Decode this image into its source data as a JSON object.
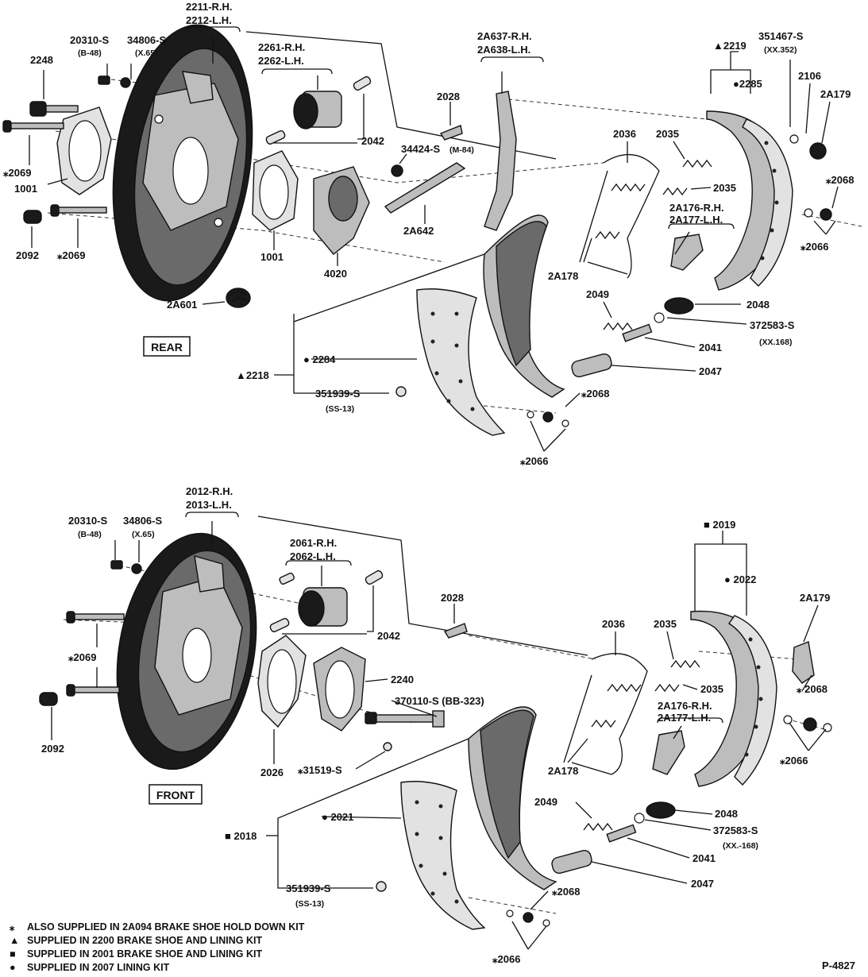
{
  "sections": {
    "rear": "REAR",
    "front": "FRONT"
  },
  "rear_labels": {
    "backing_plate": [
      "2211-R.H.",
      "2212-L.H."
    ],
    "bolt_a": "20310-S",
    "bolt_a_sub": "(B-48)",
    "washer_a": "34806-S",
    "washer_a_sub": "(X.65)",
    "bolt_2248": "2248",
    "star_2069_top": "⁎2069",
    "gasket_1001_left": "1001",
    "nut_2092": "2092",
    "star_2069_bottom": "⁎2069",
    "cylinder": [
      "2261-R.H.",
      "2262-L.H."
    ],
    "plug_2042": "2042",
    "gasket_1001_mid": "1001",
    "housing_4020": "4020",
    "spring_2a601": "2A601",
    "adjuster_2028": "2028",
    "nut_34424": "34424-S",
    "nut_34424_sub": "(M-84)",
    "strut_2a642": "2A642",
    "lever": [
      "2A637-R.H.",
      "2A638-L.H."
    ],
    "kit_2219": "▲2219",
    "lining_2285": "●2285",
    "pin_351467": "351467-S",
    "pin_351467_sub": "(XX.352)",
    "spring_2106": "2106",
    "retainer_2a179": "2A179",
    "spring_2036": "2036",
    "spring_2035_top": "2035",
    "spring_2035_mid": "2035",
    "star_2068_right": "⁎2068",
    "lever_2a176": [
      "2A176-R.H.",
      "2A177-L.H."
    ],
    "star_2066_right": "⁎2066",
    "cable_2a178": "2A178",
    "spring_2049": "2049",
    "boot_2048": "2048",
    "washer_372583": "372583-S",
    "washer_372583_sub": "(XX.168)",
    "screw_2041": "2041",
    "socket_2047": "2047",
    "kit_2218": "▲2218",
    "lining_2284": "● 2284",
    "rivet_351939": "351939-S",
    "rivet_351939_sub": "(SS-13)",
    "star_2068_bottom": "⁎2068",
    "star_2066_bottom": "⁎2066"
  },
  "front_labels": {
    "backing_plate": [
      "2012-R.H.",
      "2013-L.H."
    ],
    "bolt_a": "20310-S",
    "bolt_a_sub": "(B-48)",
    "washer_a": "34806-S",
    "washer_a_sub": "(X.65)",
    "cylinder": [
      "2061-R.H.",
      "2062-L.H."
    ],
    "adjuster_2028": "2028",
    "plug_2042": "2042",
    "star_2069": "⁎2069",
    "nut_2092": "2092",
    "gasket_2026": "2026",
    "seal_2240": "2240",
    "bolt_370110": "370110-S (BB-323)",
    "star_31519": "⁎31519-S",
    "kit_2019": "■ 2019",
    "lining_2022": "● 2022",
    "retainer_2a179": "2A179",
    "spring_2036": "2036",
    "spring_2035_top": "2035",
    "spring_2035_mid": "2035",
    "star_2068_right": "⁎ 2068",
    "lever_2a176": [
      "2A176-R.H.",
      "2A177-L.H."
    ],
    "cable_2a178": "2A178",
    "star_2066_right": "⁎2066",
    "spring_2049": "2049",
    "boot_2048": "2048",
    "washer_372583": "372583-S",
    "washer_372583_sub": "(XX.-168)",
    "screw_2041": "2041",
    "kit_2018": "■ 2018",
    "lining_2021": "● 2021",
    "socket_2047": "2047",
    "rivet_351939": "351939-S",
    "rivet_351939_sub": "(SS-13)",
    "star_2068_bottom": "⁎2068",
    "star_2066_bottom": "⁎2066"
  },
  "legend": [
    {
      "symbol": "⁎",
      "text": "ALSO SUPPLIED IN 2A094 BRAKE SHOE HOLD DOWN KIT"
    },
    {
      "symbol": "▲",
      "text": "SUPPLIED IN 2200 BRAKE SHOE AND LINING KIT"
    },
    {
      "symbol": "■",
      "text": "SUPPLIED IN 2001 BRAKE SHOE AND LINING KIT"
    },
    {
      "symbol": "●",
      "text": "SUPPLIED IN 2007 LINING KIT"
    }
  ],
  "figure_id": "P-4827"
}
